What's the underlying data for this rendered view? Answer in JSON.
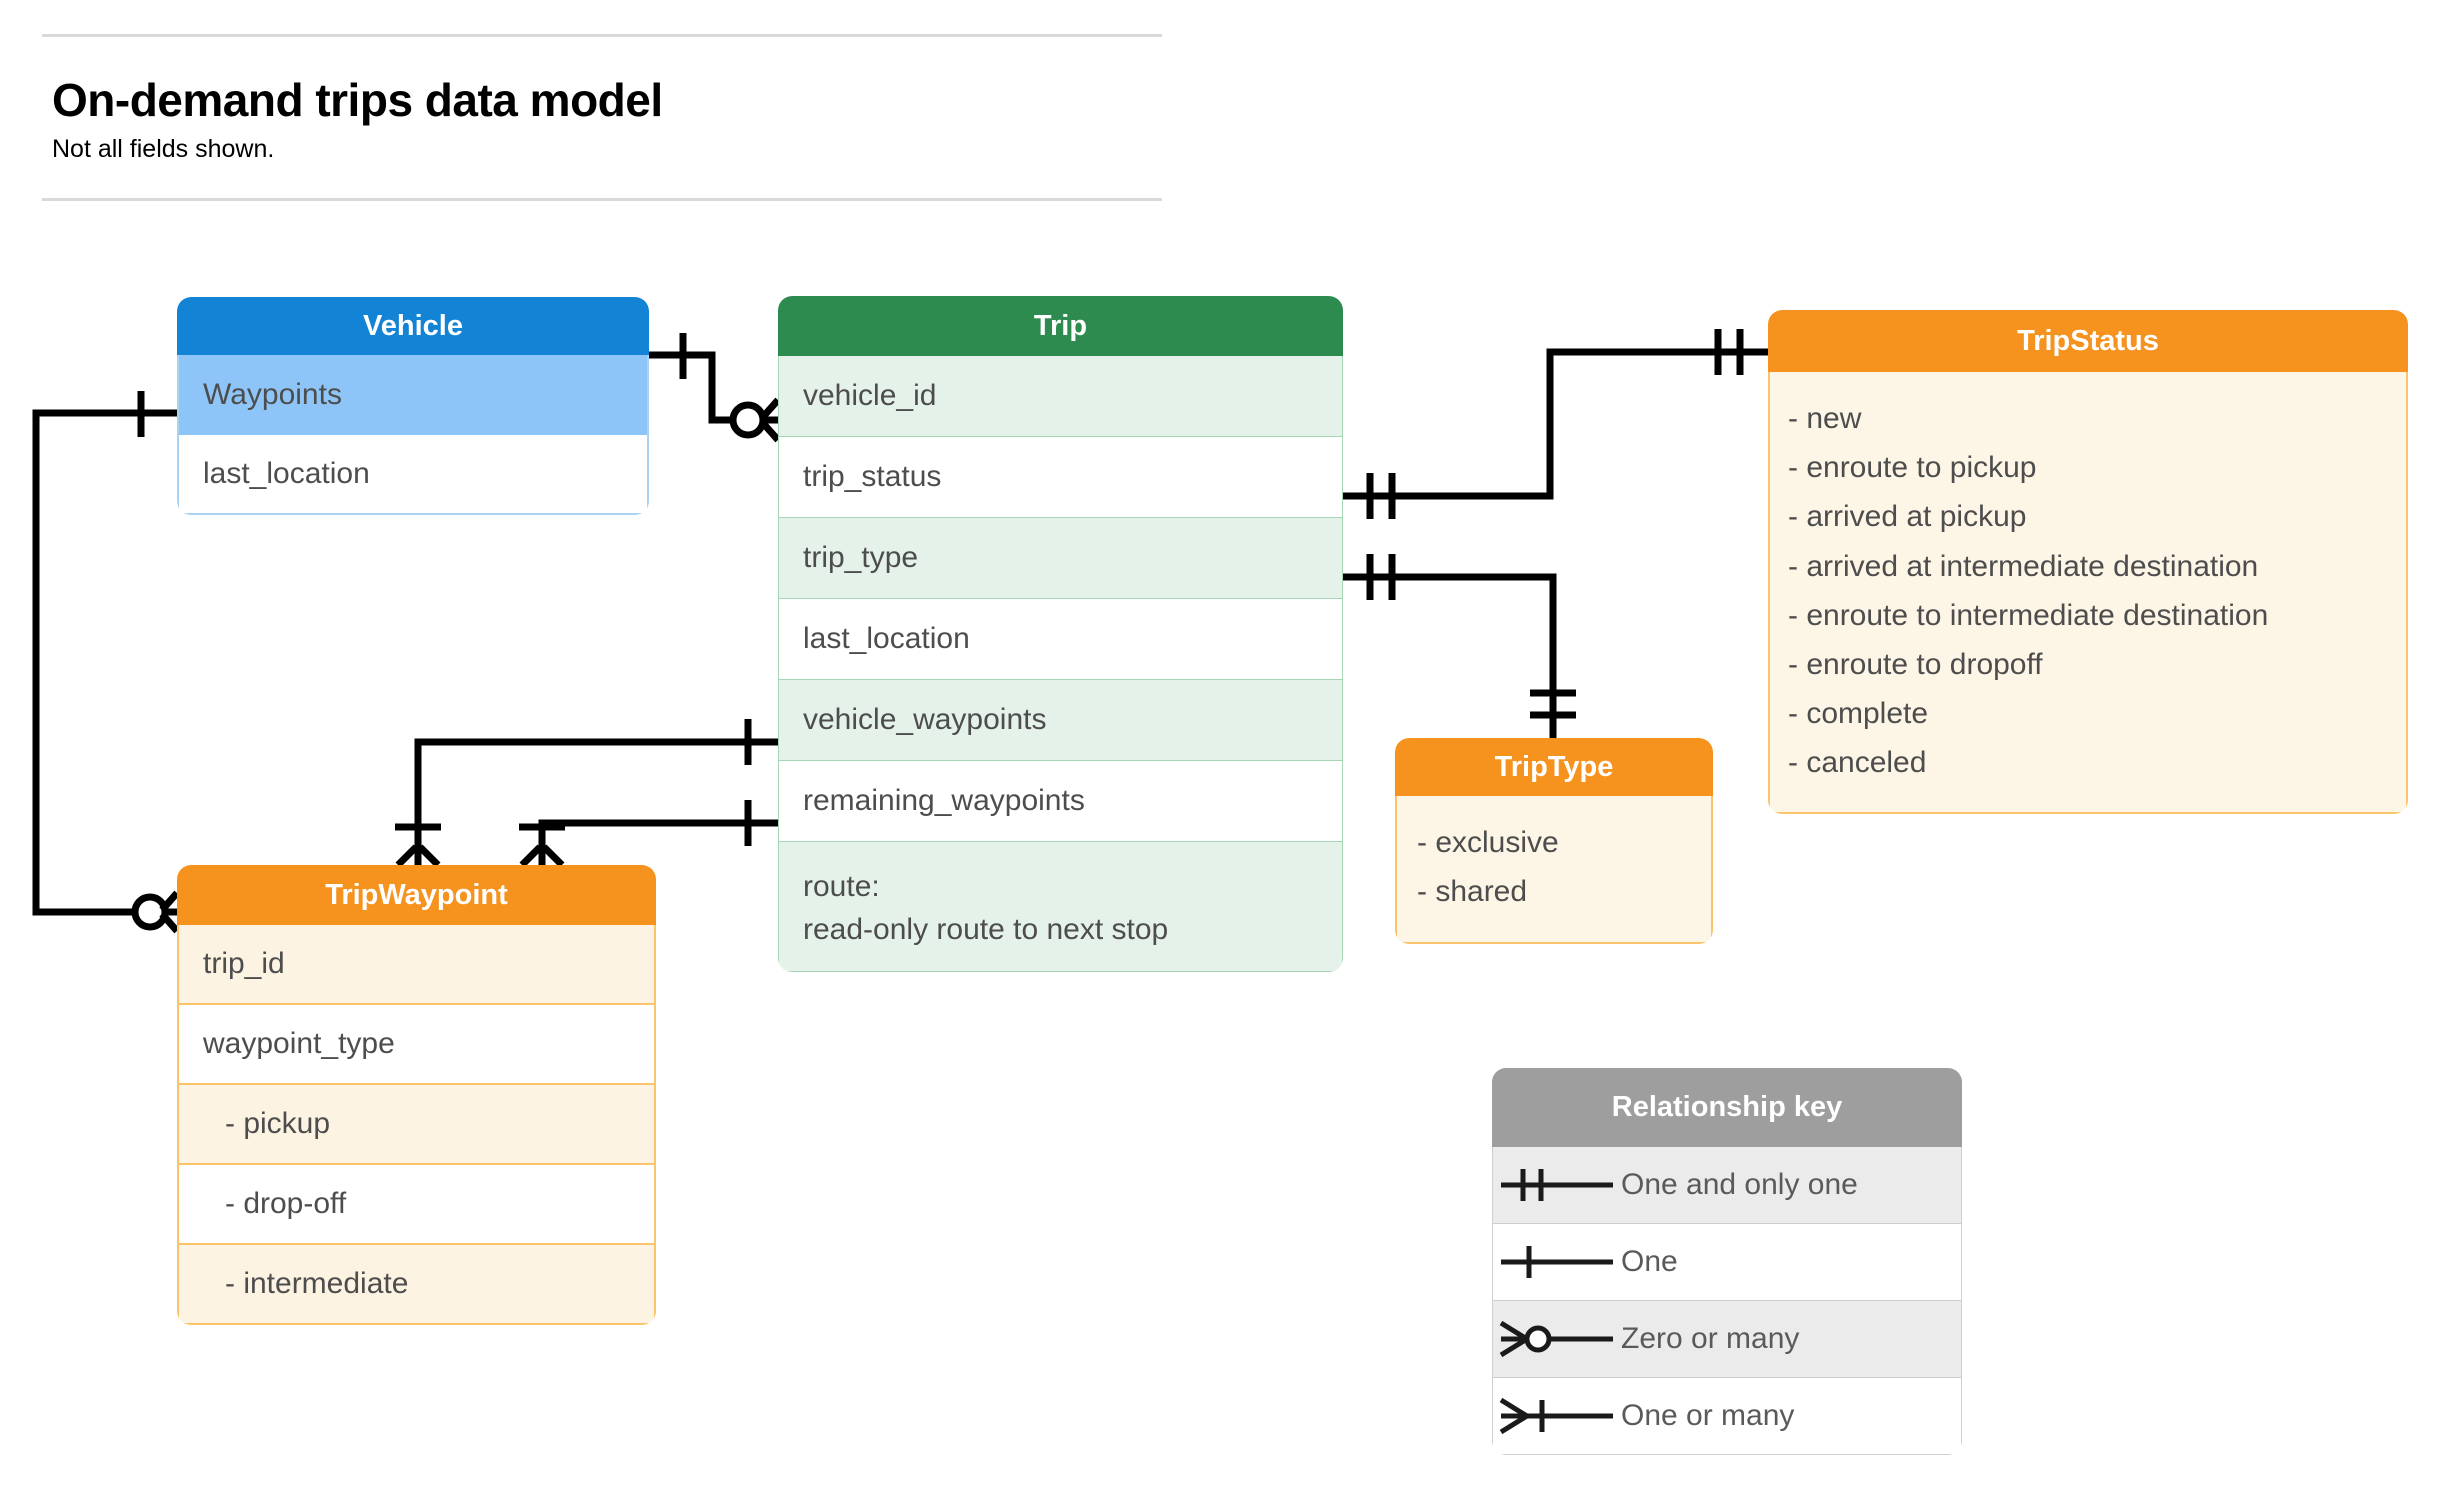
{
  "header": {
    "title": "On-demand trips data model",
    "subtitle": "Not all fields shown."
  },
  "entities": {
    "vehicle": {
      "name": "Vehicle",
      "header_color": "#1383d6",
      "fields": [
        {
          "label": "Waypoints"
        },
        {
          "label": "last_location"
        }
      ]
    },
    "trip": {
      "name": "Trip",
      "header_color": "#2e8b4f",
      "fields": [
        {
          "label": "vehicle_id"
        },
        {
          "label": "trip_status"
        },
        {
          "label": "trip_type"
        },
        {
          "label": "last_location"
        },
        {
          "label": "vehicle_waypoints"
        },
        {
          "label": "remaining_waypoints"
        },
        {
          "label": "route:",
          "sublabel": "read-only route to next stop"
        }
      ]
    },
    "trip_status": {
      "name": "TripStatus",
      "header_color": "#f6921e",
      "values": [
        "- new",
        "- enroute to pickup",
        "- arrived at pickup",
        "- arrived at intermediate destination",
        "- enroute to intermediate destination",
        "- enroute to dropoff",
        "- complete",
        "- canceled"
      ]
    },
    "trip_type": {
      "name": "TripType",
      "header_color": "#f6921e",
      "values": [
        "- exclusive",
        "- shared"
      ]
    },
    "trip_waypoint": {
      "name": "TripWaypoint",
      "header_color": "#f6921e",
      "fields": [
        {
          "label": "trip_id"
        },
        {
          "label": "waypoint_type"
        },
        {
          "label": "-  pickup"
        },
        {
          "label": "-  drop-off"
        },
        {
          "label": "-  intermediate"
        }
      ]
    }
  },
  "legend": {
    "title": "Relationship key",
    "rows": [
      {
        "symbol": "one-and-only-one",
        "label": "One and only one"
      },
      {
        "symbol": "one",
        "label": "One"
      },
      {
        "symbol": "zero-or-many",
        "label": "Zero or many"
      },
      {
        "symbol": "one-or-many",
        "label": "One or many"
      }
    ]
  },
  "relationships": [
    {
      "from": "Vehicle",
      "to": "Trip.vehicle_id",
      "from_cardinality": "One",
      "to_cardinality": "Zero or many"
    },
    {
      "from": "Vehicle.Waypoints",
      "to": "TripWaypoint",
      "from_cardinality": "One",
      "to_cardinality": "Zero or many"
    },
    {
      "from": "Trip.trip_status",
      "to": "TripStatus",
      "from_cardinality": "One and only one",
      "to_cardinality": "One and only one"
    },
    {
      "from": "Trip.trip_type",
      "to": "TripType",
      "from_cardinality": "One and only one",
      "to_cardinality": "One and only one"
    },
    {
      "from": "Trip.vehicle_waypoints",
      "to": "TripWaypoint",
      "from_cardinality": "One",
      "to_cardinality": "One or many"
    },
    {
      "from": "Trip.remaining_waypoints",
      "to": "TripWaypoint",
      "from_cardinality": "One",
      "to_cardinality": "One or many"
    }
  ]
}
